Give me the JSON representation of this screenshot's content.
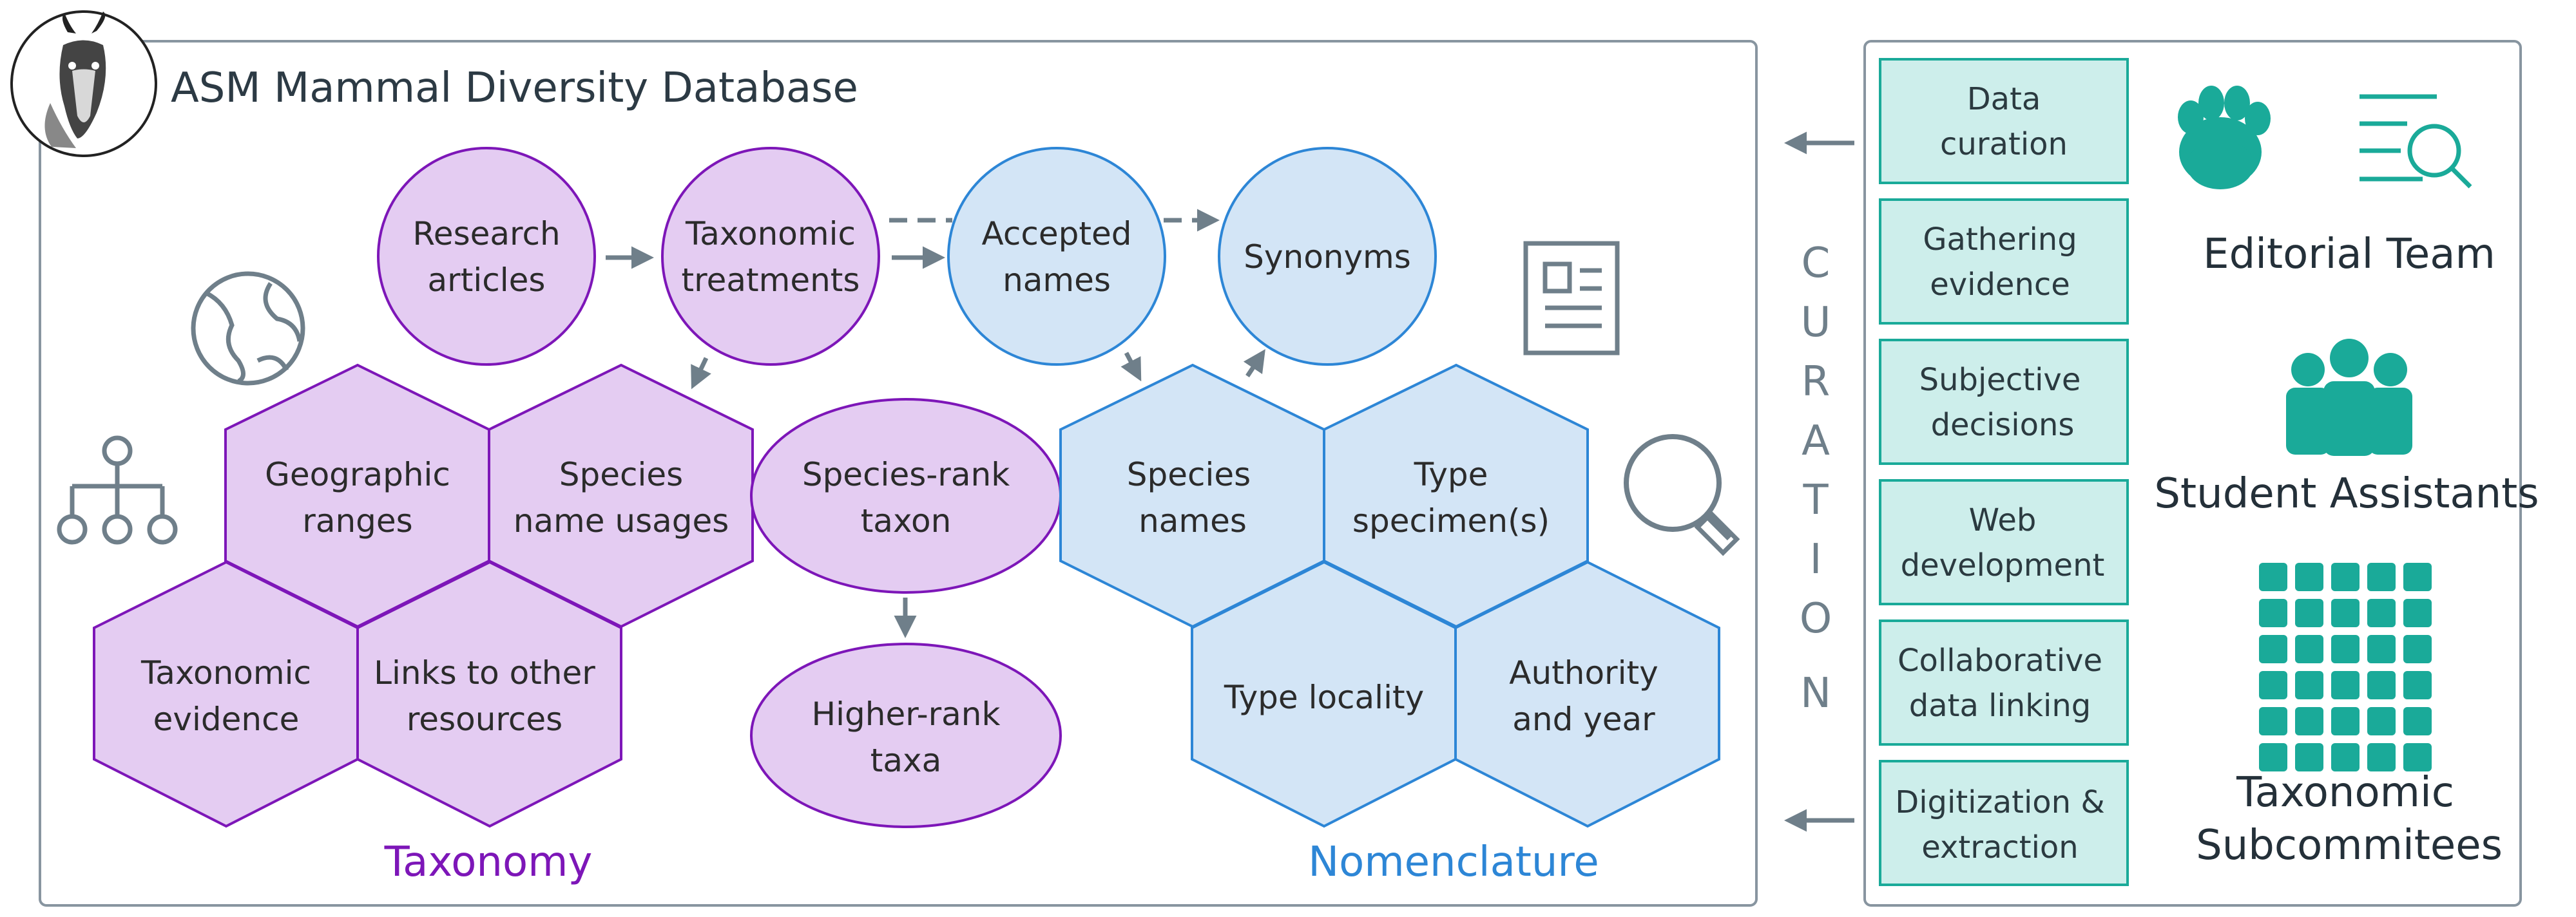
{
  "title": "ASM Mammal Diversity Database",
  "nodes": {
    "research_articles": [
      "Research",
      "articles"
    ],
    "taxonomic_treatments": [
      "Taxonomic",
      "treatments"
    ],
    "accepted_names": [
      "Accepted",
      "names"
    ],
    "synonyms": [
      "Synonyms"
    ],
    "geographic_ranges": [
      "Geographic",
      "ranges"
    ],
    "species_name_usages": [
      "Species",
      "name usages"
    ],
    "species_rank_taxon": [
      "Species-rank",
      "taxon"
    ],
    "higher_rank_taxa": [
      "Higher-rank",
      "taxa"
    ],
    "taxonomic_evidence": [
      "Taxonomic",
      "evidence"
    ],
    "links_to_other_resources": [
      "Links to other",
      "resources"
    ],
    "species_names": [
      "Species",
      "names"
    ],
    "type_specimens": [
      "Type",
      "specimen(s)"
    ],
    "type_locality": [
      "Type locality"
    ],
    "authority_and_year": [
      "Authority",
      "and year"
    ]
  },
  "sections": {
    "taxonomy": "Taxonomy",
    "nomenclature": "Nomenclature"
  },
  "curation_letters": [
    "C",
    "U",
    "R",
    "A",
    "T",
    "I",
    "O",
    "N"
  ],
  "curation_tasks": [
    [
      "Data",
      "curation"
    ],
    [
      "Gathering",
      "evidence"
    ],
    [
      "Subjective",
      "decisions"
    ],
    [
      "Web",
      "development"
    ],
    [
      "Collaborative",
      "data linking"
    ],
    [
      "Digitization &",
      "extraction"
    ]
  ],
  "teams": {
    "editorial": "Editorial Team",
    "students": "Student Assistants",
    "subcommittees": [
      "Taxonomic",
      "Subcommitees"
    ]
  },
  "colors": {
    "purple_fill": "#e4ccf2",
    "purple_stroke": "#7d16b8",
    "blue_fill": "#d3e5f6",
    "blue_stroke": "#2d86d6",
    "teal": "#1aaa99",
    "task_fill": "#cdeeeb",
    "gray": "#6f7f8a"
  },
  "icons": [
    "pronghorn-logo",
    "globe-icon",
    "hierarchy-icon",
    "document-icon",
    "magnifier-icon",
    "paw-icon",
    "list-search-icon",
    "people-group-icon",
    "grid-icon"
  ]
}
